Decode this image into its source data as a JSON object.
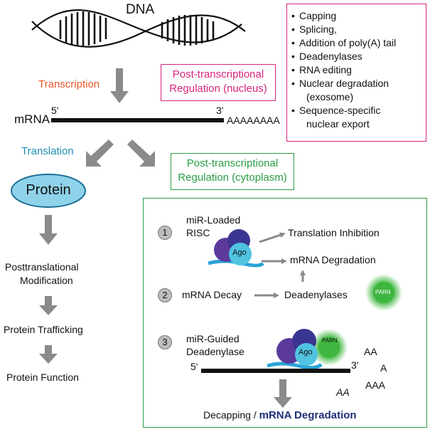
{
  "dna": {
    "label": "DNA"
  },
  "transcription": {
    "label": "Transcription",
    "color": "#e8572a"
  },
  "translation": {
    "label": "Translation",
    "color": "#1f8fb3"
  },
  "nuclear_regulation": {
    "line1": "Post-transcriptional",
    "line2": "Regulation (nucleus)",
    "color": "#d6247a"
  },
  "cytoplasm_regulation": {
    "line1": "Post-transcriptional",
    "line2": "Regulation (cytoplasm)",
    "color": "#2a9d45"
  },
  "nuclear_events": [
    {
      "text": "Capping",
      "cont": ""
    },
    {
      "text": "Splicing,",
      "cont": ""
    },
    {
      "text": "Addition of poly(A) tail",
      "cont": ""
    },
    {
      "text": "Deadenylases",
      "cont": ""
    },
    {
      "text": "RNA editing",
      "cont": ""
    },
    {
      "text": "Nuclear degradation",
      "cont": "(exosome)"
    },
    {
      "text": "Sequence-specific",
      "cont": "nuclear export"
    }
  ],
  "mrna": {
    "label": "mRNA",
    "five_prime": "5'",
    "three_prime": "3'",
    "polya": "AAAAAAAA"
  },
  "protein_path": {
    "protein": "Protein",
    "ptm_line1": "Posttranslational",
    "ptm_line2": "Modification",
    "trafficking": "Protein Trafficking",
    "function": "Protein Function"
  },
  "mechanisms": {
    "one": {
      "number": "1",
      "line1": "miR-Loaded",
      "line2": "RISC",
      "ago": "Ago",
      "out1": "Translation Inhibition",
      "out2": "mRNA Degradation"
    },
    "two": {
      "number": "2",
      "label": "mRNA Decay",
      "deadenylases": "Deadenylases",
      "parn": "PARN"
    },
    "three": {
      "number": "3",
      "line1": "miR-Guided",
      "line2": "Deadenylase",
      "ago": "Ago",
      "parn": "PARN",
      "five_prime": "5'",
      "three_prime": "3'",
      "frag1": "AA",
      "frag2": "A",
      "frag3": "AAA",
      "frag4": "AA",
      "decapping": "Decapping / ",
      "degradation": "mRNA Degradation"
    }
  },
  "colors": {
    "arrow": "#8a8a8a",
    "mirna": "#2aa3d8",
    "ago_dark": "#3a3590",
    "ago_light": "#4fc3e0",
    "protein_fill": "#8fd3ea",
    "parn": "#3fb63f",
    "degradation_text": "#1c2f77"
  }
}
